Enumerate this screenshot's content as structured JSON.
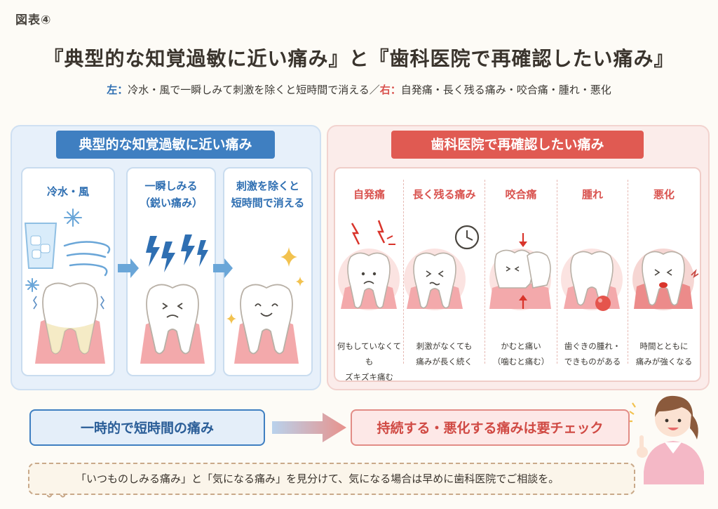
{
  "header": {
    "fig_label": "図表④",
    "title": "『典型的な知覚過敏に近い痛み』と『歯科医院で再確認したい痛み』",
    "subtitle_left_tag": "左：",
    "subtitle_left": "冷水・風で一瞬しみて刺激を除くと短時間で消える／",
    "subtitle_right_tag": "右：",
    "subtitle_right": "自発痛・長く残る痛み・咬合痛・腫れ・悪化"
  },
  "left_panel": {
    "heading": "典型的な知覚過敏に近い痛み",
    "steps": [
      {
        "title_line1": "冷水・風",
        "title_line2": ""
      },
      {
        "title_line1": "一瞬しみる",
        "title_line2": "（鋭い痛み）"
      },
      {
        "title_line1": "刺激を除くと",
        "title_line2": "短時間で消える"
      }
    ]
  },
  "right_panel": {
    "heading": "歯科医院で再確認したい痛み",
    "columns": [
      {
        "title": "自発痛",
        "desc_line1": "何もしていなくても",
        "desc_line2": "ズキズキ痛む"
      },
      {
        "title": "長く残る痛み",
        "desc_line1": "刺激がなくても",
        "desc_line2": "痛みが長く続く"
      },
      {
        "title": "咬合痛",
        "desc_line1": "かむと痛い",
        "desc_line2": "（噛むと痛む）"
      },
      {
        "title": "腫れ",
        "desc_line1": "歯ぐきの腫れ・",
        "desc_line2": "できものがある"
      },
      {
        "title": "悪化",
        "desc_line1": "時間とともに",
        "desc_line2": "痛みが強くなる"
      }
    ]
  },
  "bottom": {
    "left_box": "一時的で短時間の痛み",
    "right_box": "持続する・悪化する痛みは要チェック"
  },
  "note": {
    "text": "「いつものしみる痛み」と「気になる痛み」を見分けて、気になる場合は早めに歯科医院でご相談を。"
  },
  "colors": {
    "blue": "#3f7fc1",
    "red": "#e05a52",
    "gum": "#f1a5a8",
    "tooth": "#ffffff"
  }
}
